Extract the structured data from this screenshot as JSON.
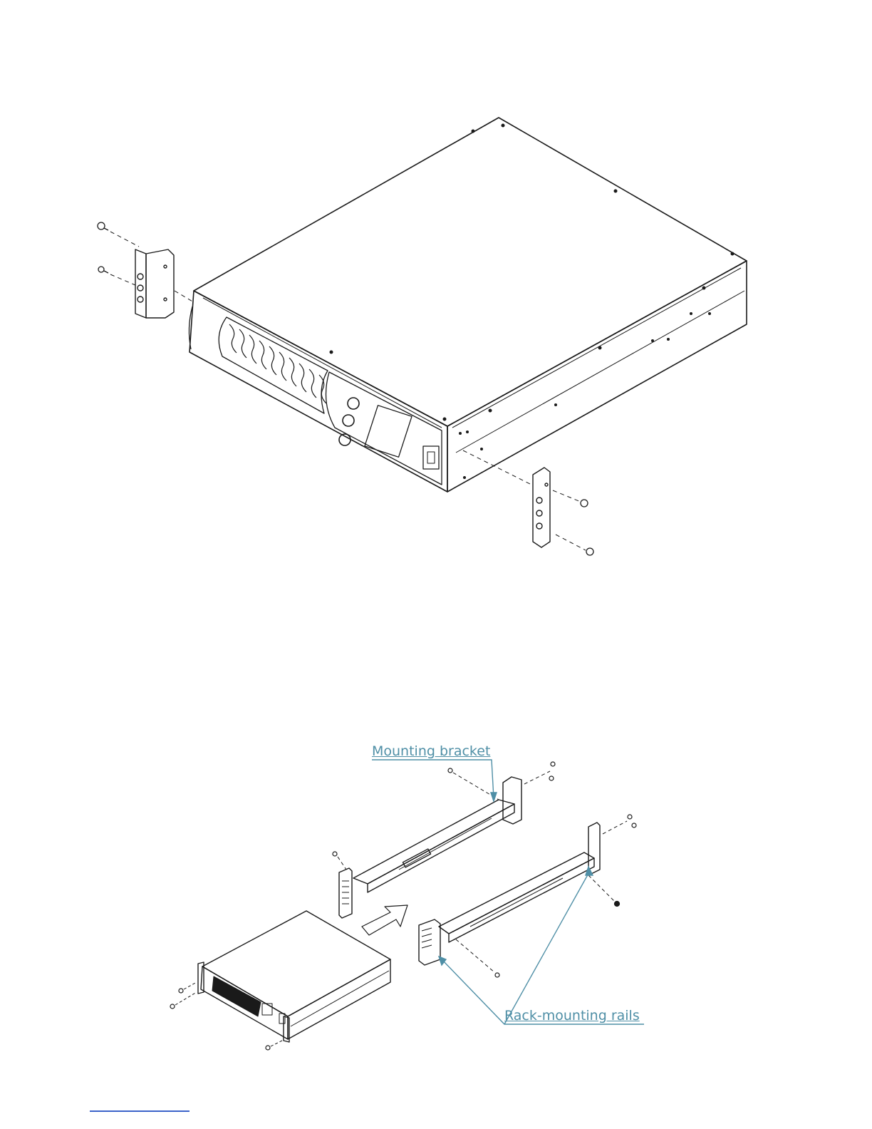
{
  "figure_top": {
    "description_icon": "ups-unit-with-front-brackets"
  },
  "figure_bottom": {
    "callouts": {
      "mounting_bracket": "Mounting bracket",
      "rack_rails": "Rack-mounting rails"
    }
  },
  "colors": {
    "line": "#1a1a1a",
    "callout": "#4f8fa6",
    "footer_rule": "#3b63c9"
  }
}
